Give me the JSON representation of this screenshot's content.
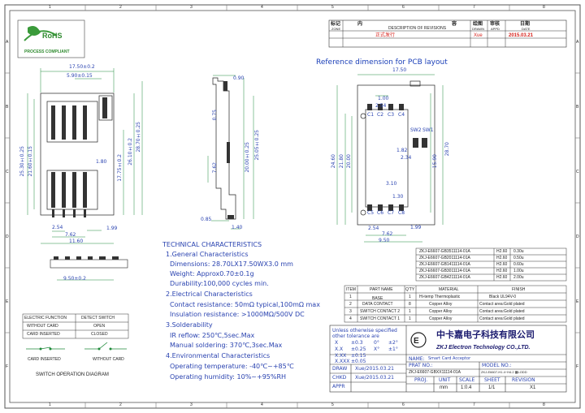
{
  "border": {
    "top_numbers": [
      "1",
      "2",
      "3",
      "4",
      "5",
      "6",
      "7",
      "8"
    ],
    "side_letters": [
      "A",
      "B",
      "C",
      "D",
      "E",
      "F"
    ]
  },
  "logo": {
    "name": "RoHS",
    "caption": "PROCESS COMPLIANT"
  },
  "revision_block": {
    "headers": [
      "标记",
      "内",
      "DESCRIPTION OF REVISIONS",
      "容",
      "绘图",
      "审核",
      "日期"
    ],
    "sub_headers": [
      "ZONE",
      "DRAWN",
      "APPD",
      "DATE"
    ],
    "row": {
      "description": "正式发行",
      "drawn": "Xue",
      "date": "2015.03.21"
    }
  },
  "pcb_title": "Reference dimension for PCB layout",
  "dims_left": {
    "w1": "17.50±0.2",
    "w2": "5.90±0.15",
    "h1": "25.30±0.25",
    "h2": "21.60±0.15",
    "h3": "17.75±0.2",
    "h4": "26.10±0.2",
    "h5": "28.70±0.25",
    "b1": "2.54",
    "b2": "7.62",
    "b3": "11.60",
    "b4": "1.99",
    "side": "1.80",
    "bot": "9.50±0.2"
  },
  "dims_mid": {
    "a": "0.90",
    "b": "0.75",
    "c": "7.62",
    "d": "20.00±0.25",
    "e": "25.05±0.25",
    "f": "0.85",
    "g": "1.40"
  },
  "dims_right": {
    "w": "17.50",
    "a": "1.00",
    "b": "2.54",
    "c": "24.60",
    "d": "21.80",
    "e": "20.00",
    "f": "15.90",
    "g": "28.70",
    "h": "1.82",
    "i": "2.34",
    "j": "9.50",
    "k": "7.62",
    "l": "2.54",
    "m": "3.10",
    "n": "1.30",
    "o": "1.99",
    "labels": [
      "C1",
      "C2",
      "C3",
      "C4",
      "C5",
      "C6",
      "C7",
      "C8",
      "SW2",
      "SW1"
    ]
  },
  "tech": {
    "title": "TECHNICAL CHARACTERISTICS",
    "lines": [
      "1.General Characteristics",
      "Dimensions: 28.70LX17.50WX3.0 mm",
      "Weight: Approx0.70±0.1g",
      "Durability:100,000 cycles min.",
      "2.Electrical Characteristics",
      "Contact resistance: 50mΩ typical,100mΩ max",
      "Insulation resistance: >1000MΩ/500V DC",
      "3.Solderability",
      "IR reflow: 250℃,5sec.Max",
      "Manual soldering: 370℃,3sec.Max",
      "4.Environmental Characteristics",
      "Operating temperature: -40℃~+85℃",
      "Operating humidity: 10%~+95%RH"
    ]
  },
  "switch_table": {
    "rows": [
      [
        "ELECTRIC FUNCTION",
        "DETECT SWITCH"
      ],
      [
        "WITHOUT CARD",
        "OPEN"
      ],
      [
        "CARD INSERTED",
        "CLOSED"
      ]
    ],
    "card_inserted": "CARD INSERTED",
    "without_card": "WITHOUT CARD",
    "caption": "SWITCH OPERATION DIAGRAM"
  },
  "parts_list": {
    "models": [
      [
        "ZKJ-E6607-GB3511114-01A",
        "H2.60",
        "0.30u"
      ],
      [
        "ZKJ-E6607-GB2011114-01A",
        "H2.60",
        "0.50u"
      ],
      [
        "ZKJ-E6607-GB1411114-01A",
        "H2.60",
        "0.60u"
      ],
      [
        "ZKJ-E6607-GB3011114-01A",
        "H2.60",
        "1.00u"
      ],
      [
        "ZKJ-E6607-GB4211114-01A",
        "H2.60",
        "2.00u"
      ]
    ],
    "headers": [
      "ITEM",
      "PART NAME",
      "Q'TY",
      "MATERIAL",
      "FINISH"
    ],
    "rows": [
      [
        "1",
        "BASE",
        "1",
        "Hi-temp Thermoplastic",
        "Black UL94V-0"
      ],
      [
        "2",
        "DATA CONTACT",
        "8",
        "Copper Alloy",
        "Contact area:Gold plated"
      ],
      [
        "3",
        "SWITCH CONTACT 2",
        "1",
        "Copper Alloy",
        "Contact area:Gold plated"
      ],
      [
        "4",
        "SWITCH CONTACT 1",
        "1",
        "Copper Alloy",
        "Contact area:Gold plated"
      ]
    ]
  },
  "title_block": {
    "tolerance_title": "Unless otherwise specified other tolerance are",
    "tol": [
      [
        "X",
        "±0.3",
        "0°",
        "±2°"
      ],
      [
        "X.X",
        "±0.25",
        "X°",
        "±1°"
      ],
      [
        "X.XX",
        "±0.15"
      ],
      [
        "X.XXX",
        "±0.05"
      ]
    ],
    "company_cn": "中卡嘉电子科技有限公司",
    "company_en": "ZKJ Electron Technology CO.,LTD.",
    "name_label": "NAME:",
    "name_value": "Smart Card Acceptor",
    "part_no_label": "PRAT NO.:",
    "part_no": "ZKJ-E6607-GBXX11114-01A",
    "model_label": "MODEL NO.:",
    "model": "ZKJ-E6607-H1.4~H4.2 ▩LODD",
    "draw_label": "DRAW",
    "draw_value": "Xue/2015.03.21",
    "chkd_label": "CHKD",
    "chkd_value": "Xue/2015.03.21",
    "appr_label": "APPR",
    "proj_label": "PROJ.",
    "unit_label": "UNIT",
    "scale_label": "SCALE",
    "sheet_label": "SHEET",
    "revision_label": "REVISION",
    "unit": "mm",
    "scale": "1:0.4",
    "sheet": "1/1",
    "revision": "X1"
  }
}
